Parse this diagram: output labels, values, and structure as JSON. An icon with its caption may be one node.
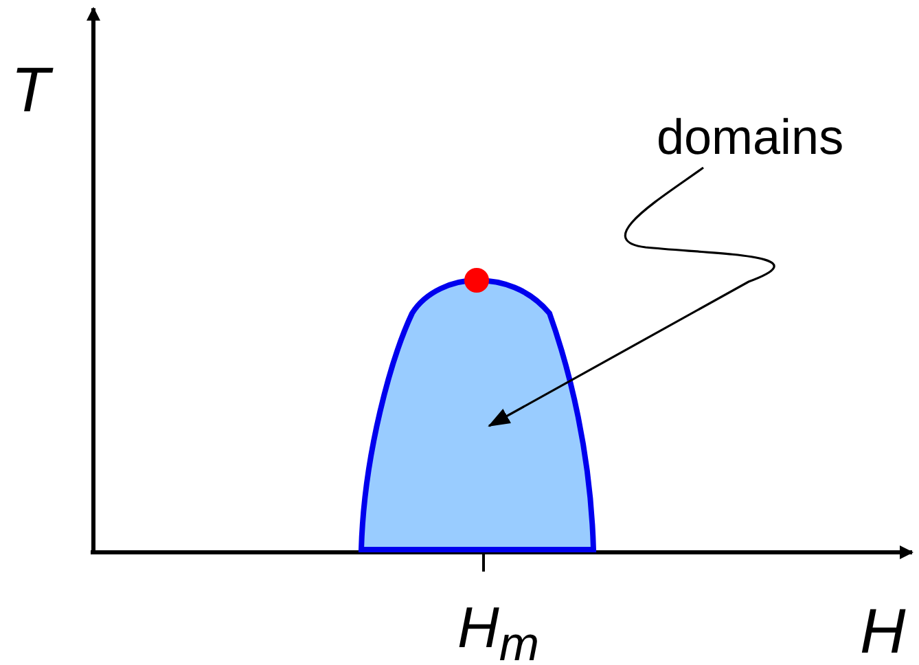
{
  "diagram": {
    "nodes": [
      {
        "text": [
          "domains"
        ]
      },
      {
        "text": [],
        "shape": "region"
      }
    ],
    "edges": [
      {
        "from": 0,
        "to": 1,
        "arrow": "to"
      }
    ],
    "labels": [
      "T",
      "H$_{m}$",
      "H"
    ]
  }
}
